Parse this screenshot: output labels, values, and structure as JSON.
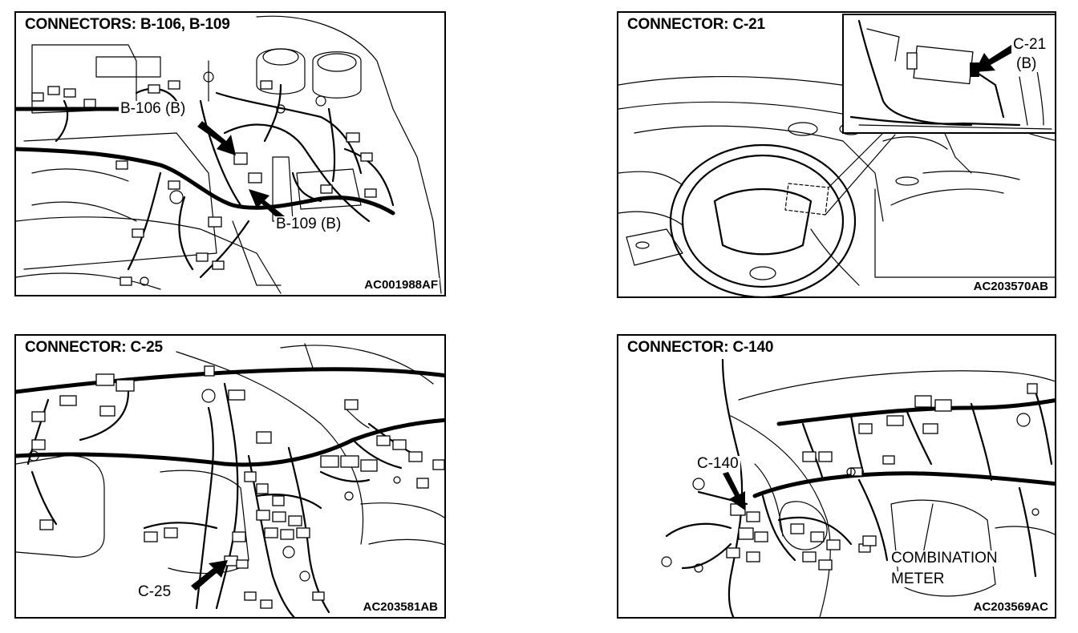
{
  "panels": [
    {
      "title": "CONNECTORS: B-106, B-109",
      "code": "AC001988AF",
      "labels": [
        "B-106 (B)",
        "B-109 (B)"
      ]
    },
    {
      "title": "CONNECTOR: C-21",
      "code": "AC203570AB",
      "labels": [
        "C-21",
        "(B)"
      ]
    },
    {
      "title": "CONNECTOR: C-25",
      "code": "AC203581AB",
      "labels": [
        "C-25"
      ]
    },
    {
      "title": "CONNECTOR: C-140",
      "code": "AC203569AC",
      "labels": [
        "C-140",
        "COMBINATION",
        "METER"
      ]
    }
  ]
}
